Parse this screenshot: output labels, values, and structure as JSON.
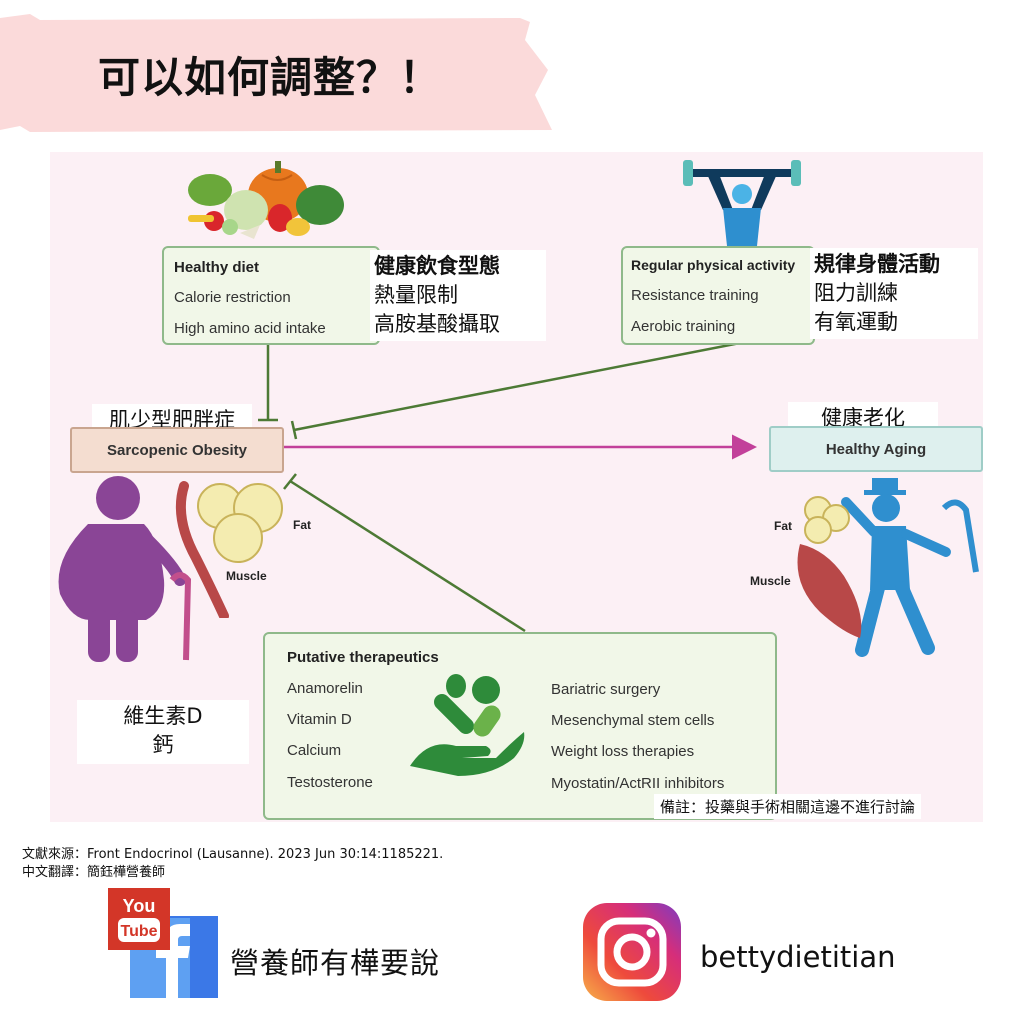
{
  "title": "可以如何調整？！",
  "diet": {
    "head": "Healthy diet",
    "items": [
      "Calorie restriction",
      "High amino acid intake"
    ],
    "zh_head": "健康飲食型態",
    "zh_items": [
      "熱量限制",
      "高胺基酸攝取"
    ]
  },
  "activity": {
    "head": "Regular physical activity",
    "items": [
      "Resistance training",
      "Aerobic training"
    ],
    "zh_head": "規律身體活動",
    "zh_items": [
      "阻力訓練",
      "有氧運動"
    ]
  },
  "sarcopenic": {
    "zh": "肌少型肥胖症",
    "en": "Sarcopenic Obesity",
    "fat": "Fat",
    "muscle": "Muscle"
  },
  "aging": {
    "zh": "健康老化",
    "en": "Healthy Aging",
    "fat": "Fat",
    "muscle": "Muscle"
  },
  "therapeutics": {
    "head": "Putative therapeutics",
    "left": [
      "Anamorelin",
      "Vitamin D",
      "Calcium",
      "Testosterone"
    ],
    "right": [
      "Bariatric surgery",
      "Mesenchymal stem cells",
      "Weight loss therapies",
      "Myostatin/ActRII inhibitors"
    ]
  },
  "vitd_zh": [
    "維生素D",
    "鈣"
  ],
  "note": "備註：投藥與手術相關這邊不進行討論",
  "reference": {
    "source": "文獻來源：Front Endocrinol (Lausanne). 2023 Jun 30:14:1185221.",
    "translator": "中文翻譯：簡鈺樺營養師"
  },
  "social": {
    "youtube_you": "You",
    "youtube_tube": "Tube",
    "brand_zh": "營養師有樺要說",
    "instagram_handle": "bettydietitian"
  },
  "colors": {
    "banner": "#fbdada",
    "panel": "#fcf0f5",
    "box_green": "#f1f7e8",
    "inhibit_line": "#4d7a35",
    "progress_arrow": "#c2409a",
    "person_purple": "#8a4596",
    "person_blue": "#2f8fcf",
    "muscle": "#b84848",
    "fat": "#f4ecb0"
  }
}
